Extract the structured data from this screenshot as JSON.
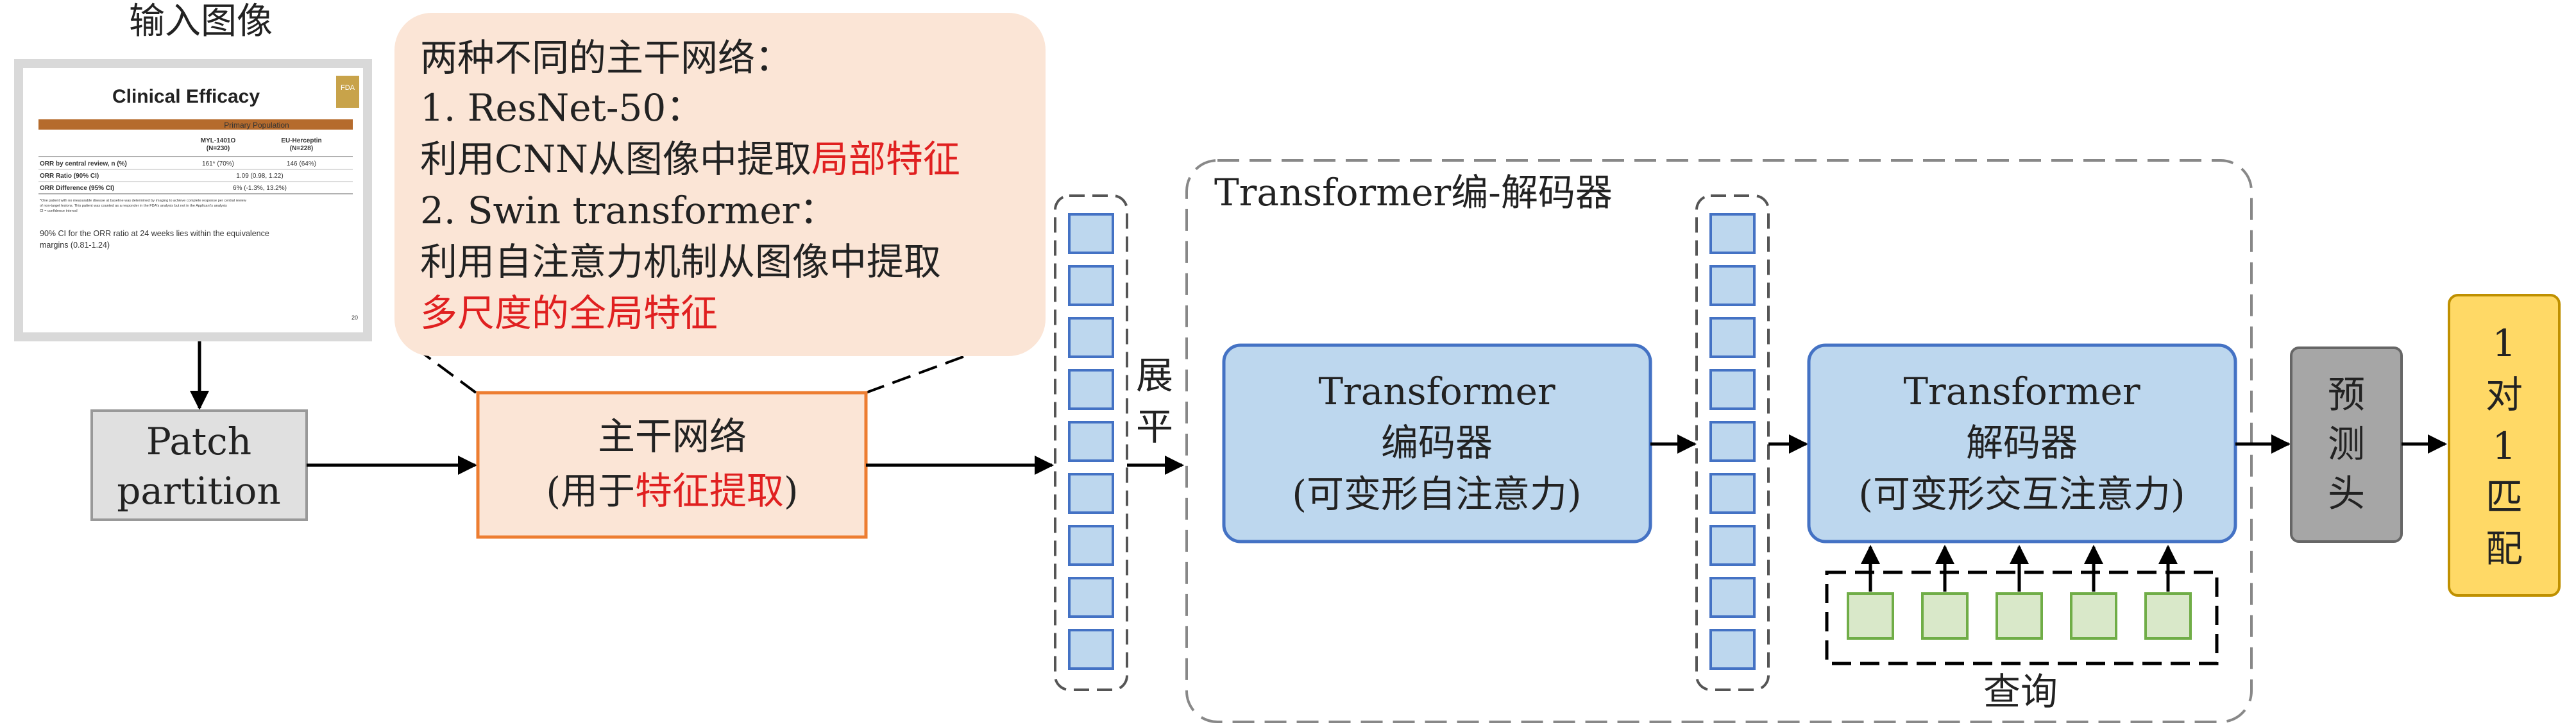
{
  "input_label": "输入图像",
  "slide": {
    "title": "Clinical Efficacy",
    "badge": "FDA",
    "header_band": "Primary Population",
    "col1": [
      "MYL-1401O",
      "(N=230)"
    ],
    "col2": [
      "EU-Herceptin",
      "(N=228)"
    ],
    "rows": [
      {
        "label": "ORR by central review, n (%)",
        "v1": "161* (70%)",
        "v2": "146 (64%)"
      },
      {
        "label": "ORR Ratio (90% CI)",
        "v1": "1.09 (0.98, 1.22)",
        "v2": ""
      },
      {
        "label": "ORR Difference (95% CI)",
        "v1": "6% (-1.3%, 13.2%)",
        "v2": ""
      }
    ],
    "footnote_1": "*One patient with no measurable disease at baseline was determined by imaging to achieve complete response per central review",
    "footnote_2": "of non-target lesions. This patient was counted as a responder in the FDA's analysis but not in the Applicant's analysis",
    "footnote_3": "CI = confidence interval",
    "note_1": "90% CI for the ORR ratio at 24 weeks lies within the equivalence",
    "note_2": "margins (0.81-1.24)",
    "page_no": "20"
  },
  "patch_partition": [
    "Patch",
    "partition"
  ],
  "callout": {
    "line1": "两种不同的主干网络：",
    "line2": "1. ResNet-50：",
    "line3_prefix": "利用CNN从图像中提取",
    "line3_highlight": "局部特征",
    "line4": "2. Swin transformer：",
    "line5": "利用自注意力机制从图像中提取",
    "line6_highlight": "多尺度的全局特征"
  },
  "backbone": {
    "line1": "主干网络",
    "line2_prefix": "(用于",
    "line2_highlight": "特征提取",
    "line2_suffix": ")"
  },
  "flatten_label": [
    "展",
    "平"
  ],
  "transformer_group_label": "Transformer编-解码器",
  "encoder": [
    "Transformer",
    "编码器",
    "(可变形自注意力)"
  ],
  "decoder": [
    "Transformer",
    "解码器",
    "(可变形交互注意力)"
  ],
  "query_label": "查询",
  "prediction_head": [
    "预",
    "测",
    "头"
  ],
  "matching": [
    "1",
    "对",
    "1",
    "匹",
    "配"
  ],
  "colors": {
    "callout_fill": "#fbe5d6",
    "backbone_fill": "#fbe5d6",
    "backbone_border": "#ed7d31",
    "blue_fill": "#bdd7ee",
    "blue_border": "#4472c4",
    "patch_fill": "#e0e0e0",
    "head_fill": "#a6a6a6",
    "match_fill": "#ffd966",
    "query_fill": "#d9e8c9",
    "highlight": "#e02020"
  }
}
